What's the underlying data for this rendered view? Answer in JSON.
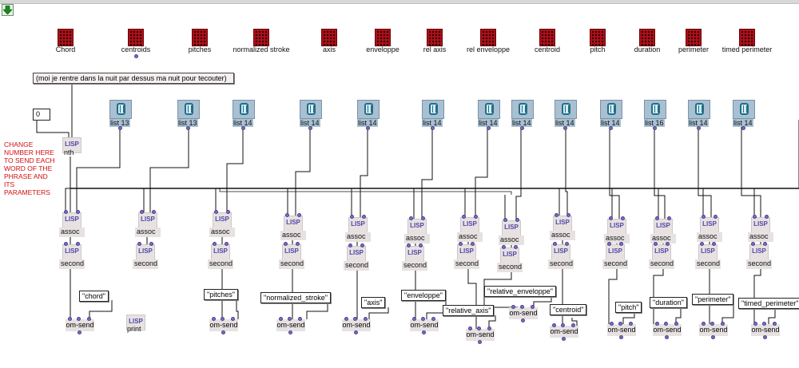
{
  "toolbar": {
    "arrow_button": "green-down-arrow-icon"
  },
  "top_icons": [
    {
      "label": "Chord"
    },
    {
      "label": "centroids"
    },
    {
      "label": "pitches"
    },
    {
      "label": "normalized stroke"
    },
    {
      "label": "axis"
    },
    {
      "label": "enveloppe"
    },
    {
      "label": "rel axis"
    },
    {
      "label": "rel enveloppe"
    },
    {
      "label": "centroid"
    },
    {
      "label": "pitch"
    },
    {
      "label": "duration"
    },
    {
      "label": "perimeter"
    },
    {
      "label": "timed perimeter"
    }
  ],
  "phrase": "(moi je rentre dans la nuit par dessus ma nuit pour tecouter)",
  "number_box": "0",
  "instruction": "CHANGE NUMBER HERE TO SEND EACH WORD OF THE PHRASE AND ITS PARAMETERS",
  "nth": {
    "badge": "LISP",
    "label": "nth"
  },
  "lists": [
    {
      "label": "list 13"
    },
    {
      "label": "list 13"
    },
    {
      "label": "list 14"
    },
    {
      "label": "list 14"
    },
    {
      "label": "list 14"
    },
    {
      "label": "list 14"
    },
    {
      "label": "list 14"
    },
    {
      "label": "list 14"
    },
    {
      "label": "list 14"
    },
    {
      "label": "list 14"
    },
    {
      "label": "list 16"
    },
    {
      "label": "list 14"
    },
    {
      "label": "list 14"
    }
  ],
  "lisp_badge": "LISP",
  "assoc_label": "assoc",
  "second_label": "second",
  "print_label": "print",
  "send_label": "om-send",
  "strings": [
    "\"chord\"",
    "\"pitches\"",
    "\"normalized_stroke\"",
    "\"axis\"",
    "\"enveloppe\"",
    "\"relative_axis\"",
    "\"relative_enveloppe\"",
    "\"centroid\"",
    "\"pitch\"",
    "\"duration\"",
    "\"perimeter\"",
    "\"timed_perimeter\""
  ],
  "colors": {
    "icon_red": "#b0101a",
    "list_box": "#a9c0d2",
    "lisp_text": "#4f47a8",
    "instruction_red": "#d01010",
    "box_bg": "#e7e1e1"
  }
}
